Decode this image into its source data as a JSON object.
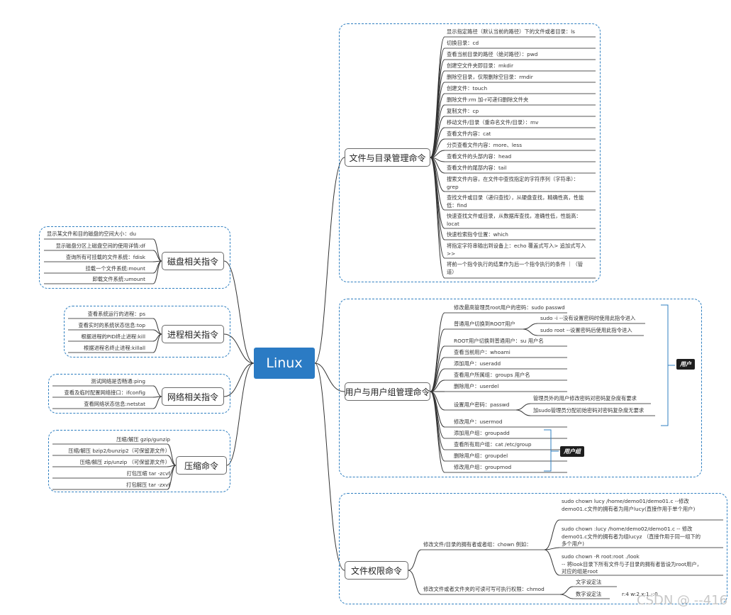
{
  "root": "Linux",
  "file_dir": {
    "title": "文件与目录管理命令",
    "items": [
      "显示指定路径（默认当前的路径）下的文件或者目录：ls",
      "切换目录：cd",
      "查看当前目录的路径（绝对路径）：pwd",
      "创建空文件夹即目录：mkdir",
      "删除空目录，仅限删除空目录：rmdir",
      "创建文件：touch",
      "删除文件:rm  加-r可递归删除文件夹",
      "复制文件：cp",
      "移动文件/目录（重命名文件/目录）：mv",
      "查看文件内容：cat",
      "分页查看文件内容：more、less",
      "查看文件的头部内容：head",
      "查看文件的尾部内容：tail",
      "搜索文件内容，在文件中查找指定的字符序列（字符串）：grep",
      "查找文件或目录（递归查找），从硬盘查找，精确性高，性能低：find",
      "快速查找文件或目录，从数据库查找，准确性低，性能高：locat",
      "快速检索指令位置：which",
      "将指定字符串输出到设备上：echo    覆盖式写入>  追加式写入 >>",
      "将前一个指令执行的结果作为后一个指令执行的条件 ｜（管道）"
    ]
  },
  "user": {
    "title": "用户与用户组管理命令",
    "items": [
      "修改最高管理员root用户的密码：sudo passwd",
      "普通用户切换到ROOT用户",
      "ROOT用户切换到普通用户：su  用户名",
      "查看当前用户：whoami",
      "添加用户：useradd",
      "查看用户所属组：groups 用户名",
      "删除用户：userdel",
      "设置用户密码：passwd",
      "修改用户：usermod",
      "添加用户组：groupadd",
      "查看所有用户组：cat /etc/group",
      "删除用户组：groupdel",
      "修改用户组：groupmod"
    ],
    "switch_sub": [
      "sudo -i  --没有设置密码时使用此指令进入",
      "sudo root --设置密码后使用此指令进入"
    ],
    "passwd_sub": [
      "管理员外的用户修改密码对密码复杂度有要求",
      "加sudo管理员分配初始密码对密码复杂度无要求"
    ],
    "tag_user": "用户",
    "tag_group": "用户组"
  },
  "perm": {
    "title": "文件权限命令",
    "chown": "修改文件/目录的拥有者或者组：chown  例如：",
    "chown_examples": [
      "sudo chown lucy  /home/demo01/demo01.c  --修改demo01.c文件的拥有者为用户lucy(直接作用于单个用户)",
      "sudo chown :lucy /home/demo02/demo01.c -- 修改demo01.c文件的拥有者为组lucyz （直接作用于同一组下的多个用户)",
      "sudo chown -R root:root ./look\n-- 将look目录下所有文件与子目录的拥有者皆设为root用户，对应的组是root"
    ],
    "chmod": "修改文件或者文件夹的可读可写可执行权限：chmod",
    "chmod_sub": [
      "文字设定法",
      "数字设定法"
    ],
    "chmod_num": "r:4 w:2 x:1 -:0"
  },
  "disk": {
    "title": "磁盘相关指令",
    "items": [
      "显示某文件和目的磁盘的空间大小：du",
      "显示磁盘分区上磁盘空间的使用详情:df",
      "查询所有可挂载的文件系统：fdisk",
      "挂载一个文件系统:mount",
      "卸载文件系统:umount"
    ]
  },
  "proc": {
    "title": "进程相关指令",
    "items": [
      "查看系统运行的进程：ps",
      "查看实时的系统状态信息:top",
      "根据进程的PID终止进程:kill",
      "根据进程名终止进程:killall"
    ]
  },
  "net": {
    "title": "网络相关指令",
    "items": [
      "测试网络是否畅通:ping",
      "查看及临时配置网络接口：ifconfig",
      "查看网络状态信息:netstat"
    ]
  },
  "zip": {
    "title": "压缩命令",
    "items": [
      "压缩/解压  gzip/gunzip",
      "压缩/解压 bzip2/bunzip2（可保留源文件）",
      "压缩/解压 zip/unzip  （可保留源文件）",
      "打包压缩  tar -zcvf",
      "打包解压  tar -zxvf"
    ]
  },
  "watermark": "CSDN @ --416"
}
